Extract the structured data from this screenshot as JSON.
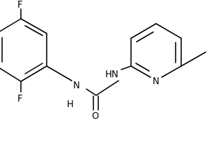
{
  "molecule": {
    "atoms": {
      "f_top": "F",
      "f_ortho": "F",
      "n_amide_left": "N",
      "n_amide_right": "N",
      "o_carbonyl": "O",
      "n_pyridine": "N"
    },
    "nh_label": "H"
  }
}
